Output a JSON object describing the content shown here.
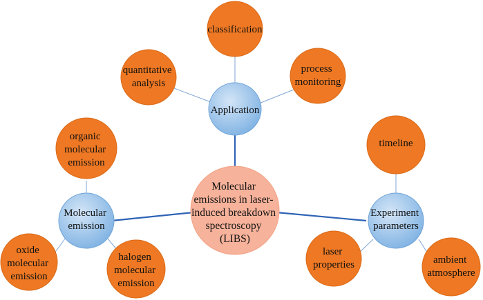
{
  "colors": {
    "orange": "#EE7823",
    "orange_stroke": "#D96A18",
    "blue_light": "#BCD7F0",
    "blue_dark": "#7EB1E3",
    "blue_stroke": "#6FA3D6",
    "center_fill": "#F6B29A",
    "thick_link": "#2E63B5",
    "thin_link": "#7FA6D6"
  },
  "center": {
    "lines": [
      "Molecular",
      "emissions in laser-",
      "induced breakdown",
      "spectroscopy",
      "(LIBS)"
    ]
  },
  "hubs": {
    "application": {
      "lines": [
        "Application"
      ]
    },
    "molecular": {
      "lines": [
        "Molecular",
        "emission"
      ]
    },
    "experiment": {
      "lines": [
        "Experiment",
        "parameters"
      ]
    }
  },
  "leaves": {
    "classification": {
      "lines": [
        "classification"
      ]
    },
    "quantitative": {
      "lines": [
        "quantitative",
        "analysis"
      ]
    },
    "process": {
      "lines": [
        "process",
        "monitoring"
      ]
    },
    "organic": {
      "lines": [
        "organic",
        "molecular",
        "emission"
      ]
    },
    "oxide": {
      "lines": [
        "oxide",
        "molecular",
        "emission"
      ]
    },
    "halogen": {
      "lines": [
        "halogen",
        "molecular",
        "emission"
      ]
    },
    "timeline": {
      "lines": [
        "timeline"
      ]
    },
    "laser": {
      "lines": [
        "laser",
        "properties"
      ]
    },
    "ambient": {
      "lines": [
        "ambient",
        "atmosphere"
      ]
    }
  }
}
